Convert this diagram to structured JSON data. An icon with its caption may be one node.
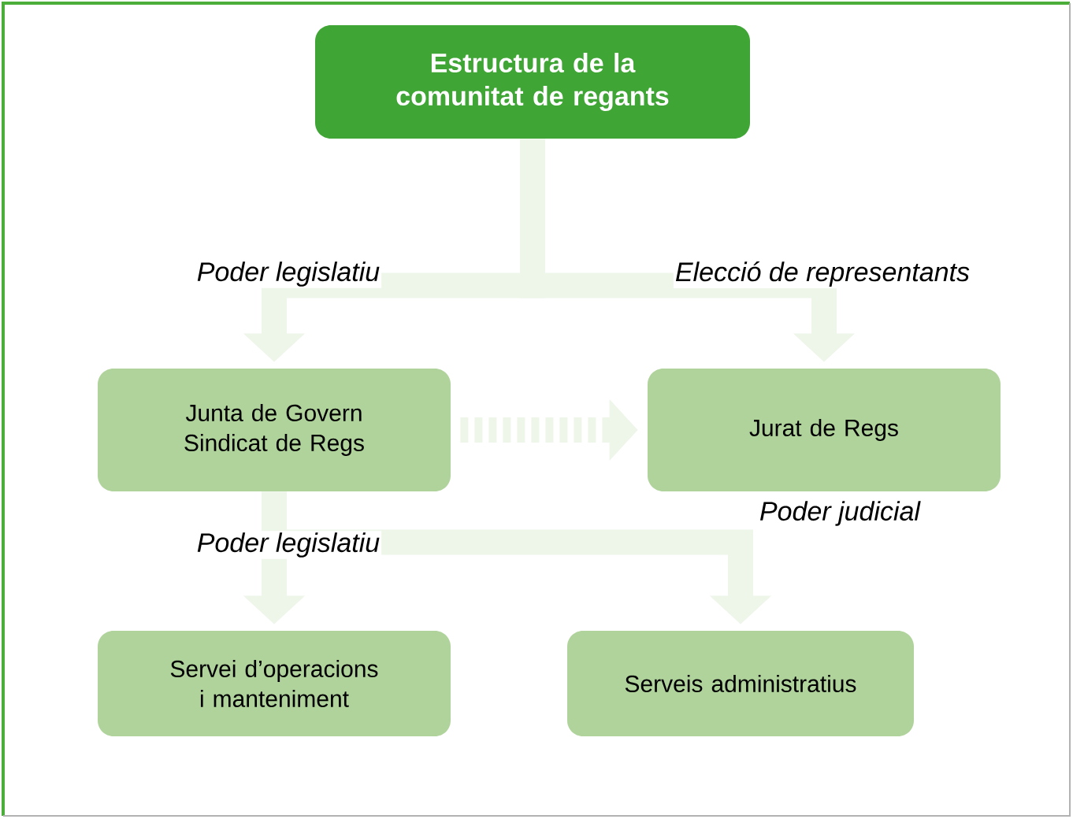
{
  "diagram": {
    "nodes": [
      {
        "text": [
          "Estructura de la comunitat de regants"
        ]
      },
      {
        "text": [
          "Junta de Govern Sindicat de Regs"
        ]
      },
      {
        "text": [
          "Jurat de Regs"
        ],
        "beside": [
          "Poder judicial"
        ]
      },
      {
        "text": [
          "Servei d’operacions i manteniment"
        ]
      },
      {
        "text": [
          "Serveis administratius"
        ]
      }
    ],
    "edges": [
      {
        "from": 0,
        "to": 1,
        "arrow": "to",
        "label": "Poder legislatiu"
      },
      {
        "from": 0,
        "to": 2,
        "arrow": "to",
        "label": "Elecció de representants"
      },
      {
        "from": 1,
        "to": 2,
        "arrow": "to",
        "style": "dashed"
      },
      {
        "from": 1,
        "to": 3,
        "arrow": "to",
        "label": "Poder legislatiu"
      },
      {
        "from": 1,
        "to": 4,
        "arrow": "to"
      }
    ]
  }
}
